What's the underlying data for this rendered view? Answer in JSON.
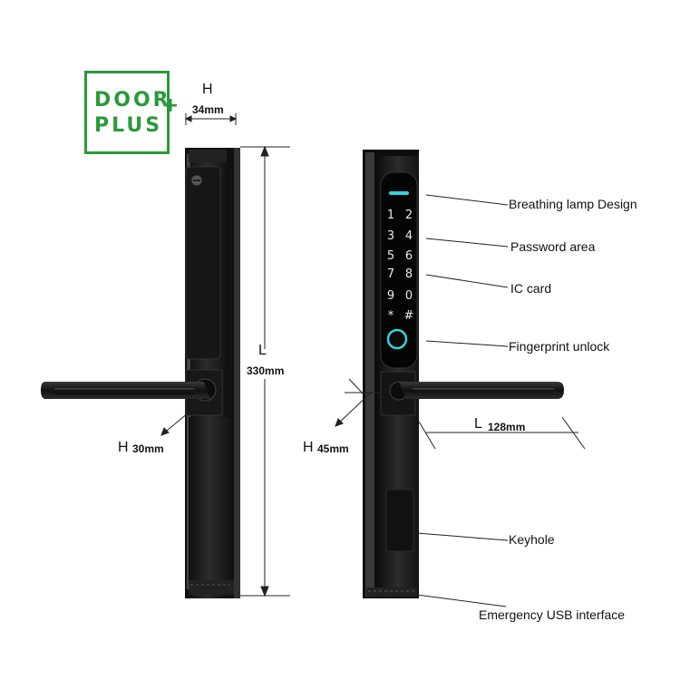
{
  "logo": {
    "line1": "DOOR",
    "line2": "PLUS",
    "plus": "+"
  },
  "dimensions": {
    "width_letter": "H",
    "width_value": "34mm",
    "length_letter": "L",
    "length_value": "330mm",
    "front_depth_letter": "H",
    "front_depth_value": "30mm",
    "back_depth_letter": "H",
    "back_depth_value": "45mm",
    "handle_letter": "L",
    "handle_value": "128mm"
  },
  "keypad": [
    "1",
    "2",
    "3",
    "4",
    "5",
    "6",
    "7",
    "8",
    "9",
    "0",
    "*",
    "#"
  ],
  "callouts": {
    "breathing_lamp": "Breathing lamp Design",
    "password_area": "Password area",
    "ic_card": "IC card",
    "fingerprint": "Fingerprint unlock",
    "keyhole": "Keyhole",
    "usb": "Emergency USB interface"
  },
  "colors": {
    "brand_green": "#2a9a3a",
    "body_black": "#1a1a1a",
    "lamp_cyan": "#34d3d8"
  }
}
